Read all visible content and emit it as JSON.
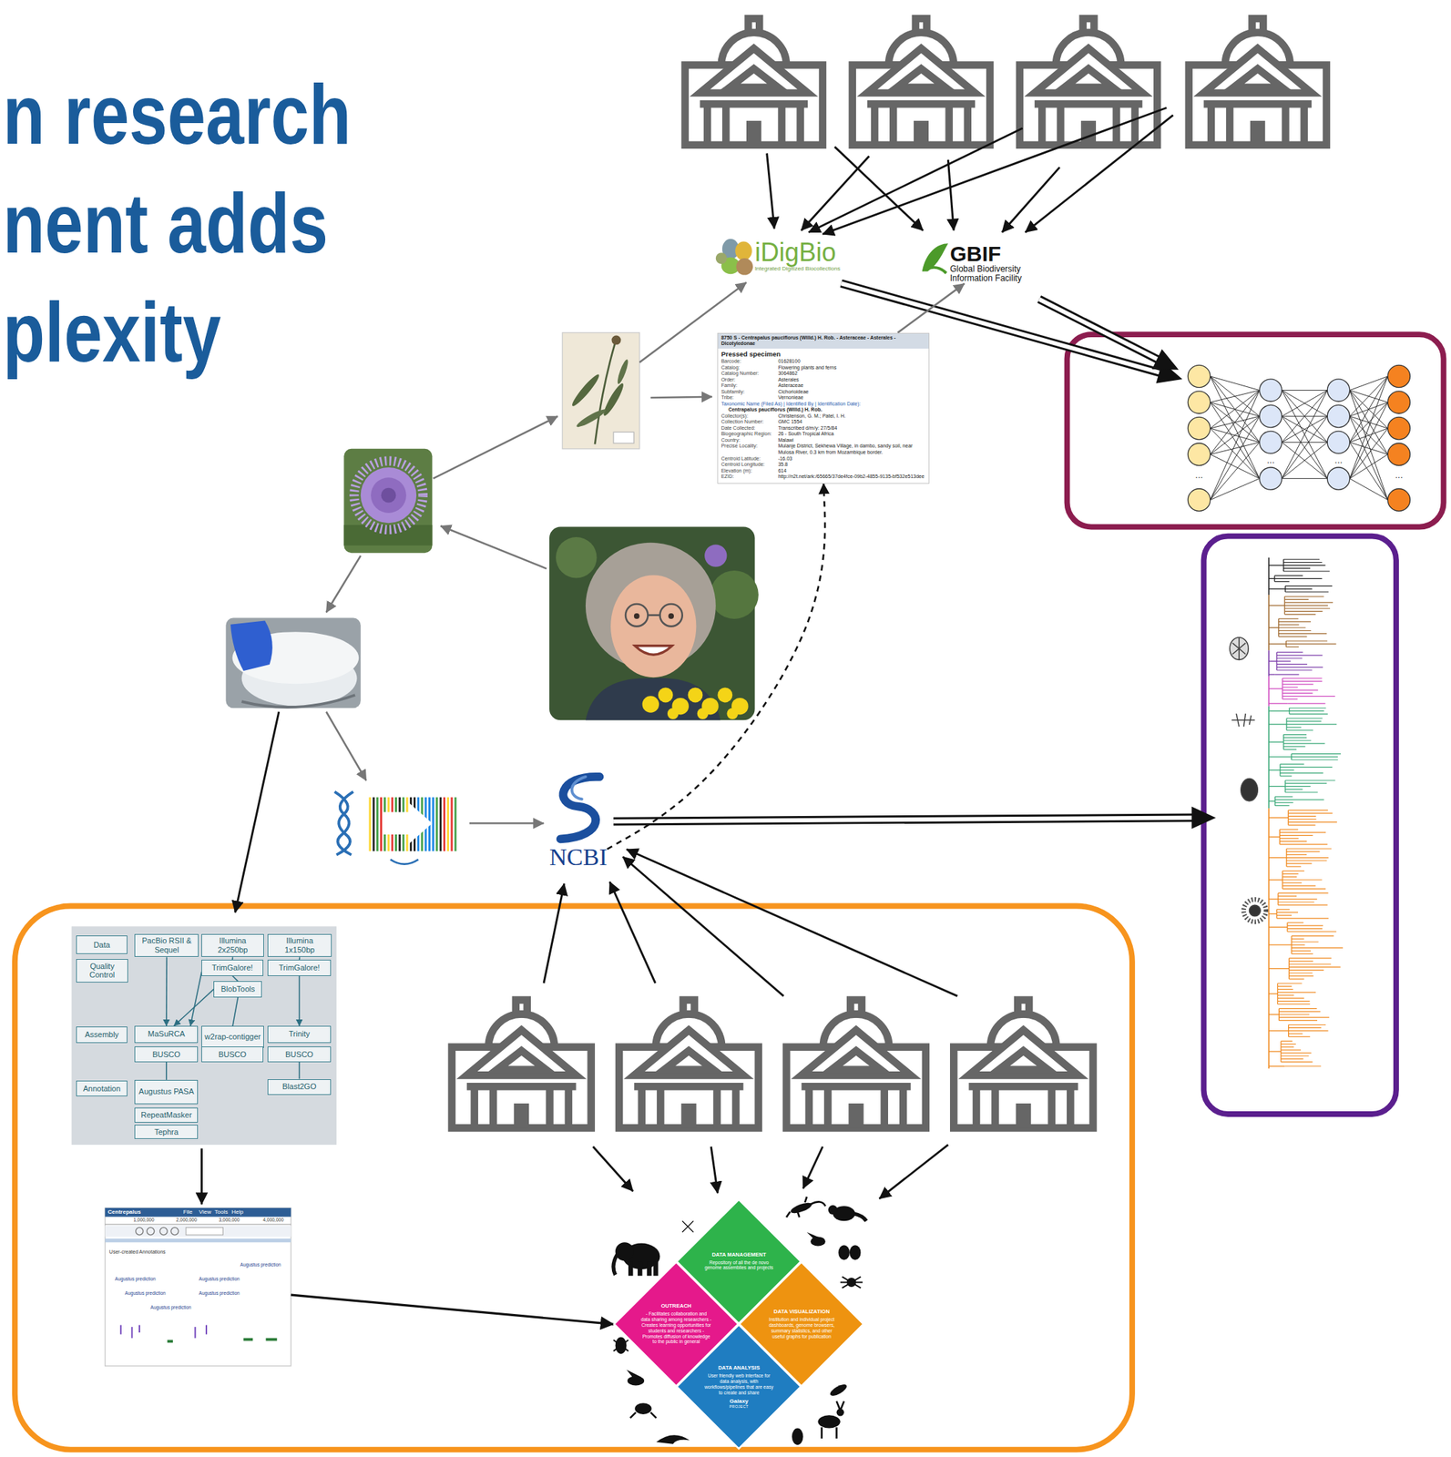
{
  "diagram": {
    "title": "n research nent adds plexity",
    "nodes": [
      {
        "text": [
          "iDigBio",
          "Integrated Digitized Biocollections"
        ]
      },
      {
        "text": [
          "GBIF",
          "Global Biodiversity Information Facility"
        ]
      },
      {
        "text": [
          "8750 S - Centrapalus pauciflorus (Willd.) H. Rob. - Asteraceae - Asterales - Dicotyledonae",
          "Pressed specimen",
          "Barcode:",
          "01628100",
          "Catalog:",
          "Flowering plants and ferns",
          "Catalog Number:",
          "3064862",
          "Order:",
          "Asterales",
          "Family:",
          "Asteraceae",
          "Subfamily:",
          "Cichorioideae",
          "Tribe:",
          "Vernonieae",
          "Taxonomic Name (Filed As) | Identified By | Identification Date):",
          "Centrapalus pauciflorus (Willd.) H. Rob.",
          "Collector(s):",
          "Christenson, G. M.; Patel, I. H.",
          "Collection Number:",
          "GMC 1554",
          "Date Collected:",
          "Transcribed d/m/y: 27/5/84",
          "Biogeographic Region:",
          "26 - South Tropical Africa",
          "Country:",
          "Malawi",
          "Precise Locality:",
          "Mulanje District, Sekhewa Village, in dambo, sandy soil, near Mulosa River, 0.3 km from Mozambique border.",
          "Centroid Latitude:",
          "-16.03",
          "Centroid Longitude:",
          "35.8",
          "Elevation (m):",
          "614",
          "EZID:",
          "http://n2t.net/ark:/65665/37de4fce-09b2-4855-9135-bf532e513dee"
        ]
      },
      {
        "text": [
          "NCBI"
        ]
      },
      {
        "text": [
          "Data"
        ]
      },
      {
        "text": [
          "Quality Control"
        ]
      },
      {
        "text": [
          "PacBio RSII & Sequel"
        ]
      },
      {
        "text": [
          "Illumina 2x250bp"
        ]
      },
      {
        "text": [
          "Illumina 1x150bp"
        ]
      },
      {
        "text": [
          "TrimGalore!"
        ]
      },
      {
        "text": [
          "TrimGalore!"
        ]
      },
      {
        "text": [
          "BlobTools"
        ]
      },
      {
        "text": [
          "Assembly"
        ]
      },
      {
        "text": [
          "MaSuRCA"
        ]
      },
      {
        "text": [
          "w2rap-contigger"
        ]
      },
      {
        "text": [
          "Trinity"
        ]
      },
      {
        "text": [
          "BUSCO"
        ]
      },
      {
        "text": [
          "BUSCO"
        ]
      },
      {
        "text": [
          "BUSCO"
        ]
      },
      {
        "text": [
          "Annotation"
        ]
      },
      {
        "text": [
          "Augustus PASA"
        ]
      },
      {
        "text": [
          "Blast2GO"
        ]
      },
      {
        "text": [
          "RepeatMasker"
        ]
      },
      {
        "text": [
          "Tephra"
        ]
      },
      {
        "text": [
          "Centrepalus",
          "File",
          "View",
          "Tools",
          "Help",
          "1,000,000",
          "2,000,000",
          "3,000,000",
          "4,000,000",
          "User-created Annotations",
          "Augustus prediction",
          "Augustus prediction",
          "Augustus prediction",
          "Augustus prediction",
          "Augustus prediction",
          "Augustus prediction"
        ]
      },
      {
        "text": [
          "DATA MANAGEMENT",
          "Repository of all the de novo genome assemblies and projects"
        ]
      },
      {
        "text": [
          "OUTREACH",
          "- Facilitates collaboration and data sharing among researchers - Creates learning opportunities for students and researchers - Promotes diffusion of knowledge to the public in general"
        ]
      },
      {
        "text": [
          "DATA VISUALIZATION",
          "Institution and individual project dashboards, genome browsers, summary statistics, and other useful graphs for publication"
        ]
      },
      {
        "text": [
          "DATA ANALYSIS",
          "User friendly web interface for data analysis, with workflows/pipelines that are easy to create and share",
          "Galaxy",
          "PROJECT"
        ]
      }
    ],
    "edges": [
      {
        "from": 2,
        "to": 1,
        "arrow": "to"
      },
      {
        "from": 3,
        "to": 2,
        "arrow": "to"
      },
      {
        "from": 6,
        "to": 13,
        "arrow": "to"
      },
      {
        "from": 7,
        "to": 9,
        "arrow": "none"
      },
      {
        "from": 9,
        "to": 11,
        "arrow": "none"
      },
      {
        "from": 9,
        "to": 13,
        "arrow": "to"
      },
      {
        "from": 11,
        "to": 13,
        "arrow": "to"
      },
      {
        "from": 11,
        "to": 14,
        "arrow": "none"
      },
      {
        "from": 8,
        "to": 10,
        "arrow": "none"
      },
      {
        "from": 10,
        "to": 15,
        "arrow": "to"
      },
      {
        "from": 16,
        "to": 20,
        "arrow": "none"
      },
      {
        "from": 18,
        "to": 21,
        "arrow": "none"
      },
      {
        "from": 24,
        "to": 26,
        "arrow": "to"
      }
    ],
    "labels": [
      "...",
      "...",
      "...",
      "..."
    ]
  }
}
